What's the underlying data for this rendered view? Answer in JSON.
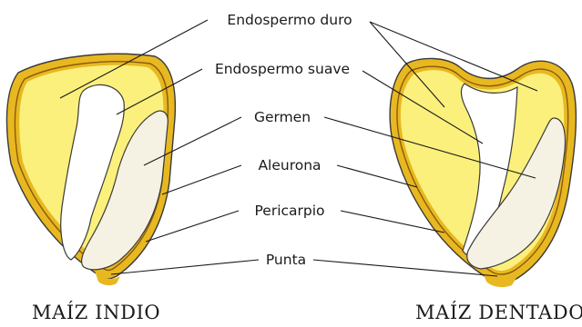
{
  "labels": {
    "hard_endosperm": "Endospermo duro",
    "soft_endosperm": "Endospermo suave",
    "germ": "Germen",
    "aleurone": "Aleurona",
    "pericarp": "Pericarpio",
    "tip": "Punta"
  },
  "captions": {
    "flint": "MAÍZ INDIO",
    "dent": "MAÍZ DENTADO"
  },
  "colors": {
    "pericarp": "#e8b820",
    "hard_endosperm": "#fbf07c",
    "soft_endosperm": "#ffffff",
    "germ": "#f5f2e4"
  }
}
